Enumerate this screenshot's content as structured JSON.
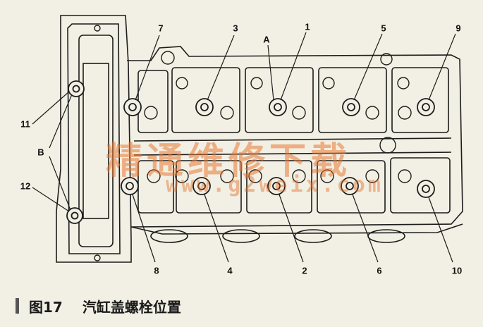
{
  "labels": {
    "n1": "1",
    "n2": "2",
    "n3": "3",
    "n4": "4",
    "n5": "5",
    "n6": "6",
    "n7": "7",
    "n8": "8",
    "n9": "9",
    "n10": "10",
    "n11": "11",
    "n12": "12",
    "A": "A",
    "B": "B"
  },
  "caption": {
    "figure": "图17",
    "title": "汽缸盖螺栓位置"
  },
  "watermark": {
    "cn": "精通维修下载",
    "url": "www.g2weix.com"
  },
  "colors": {
    "line": "#1c1c1c",
    "paper": "#f2efe4",
    "watermark": "#e87832"
  }
}
